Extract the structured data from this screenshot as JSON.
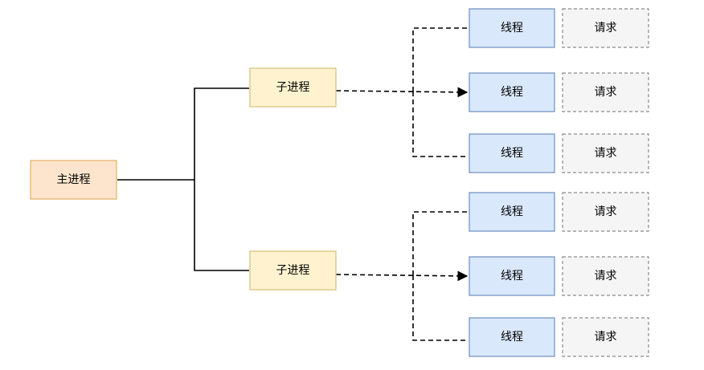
{
  "diagram": {
    "main_process": {
      "label": "主进程"
    },
    "child_processes": [
      {
        "label": "子进程",
        "threads": [
          {
            "label": "线程",
            "request": "请求"
          },
          {
            "label": "线程",
            "request": "请求"
          },
          {
            "label": "线程",
            "request": "请求"
          }
        ]
      },
      {
        "label": "子进程",
        "threads": [
          {
            "label": "线程",
            "request": "请求"
          },
          {
            "label": "线程",
            "request": "请求"
          },
          {
            "label": "线程",
            "request": "请求"
          }
        ]
      }
    ]
  },
  "colors": {
    "main_fill": "#fce5cc",
    "main_stroke": "#e3ae63",
    "child_fill": "#fff3cf",
    "child_stroke": "#d6c07c",
    "thread_fill": "#dae8fc",
    "thread_stroke": "#6c8ebf",
    "request_fill": "#f5f5f5",
    "request_stroke": "#8a8a8a",
    "edge": "#000000"
  }
}
